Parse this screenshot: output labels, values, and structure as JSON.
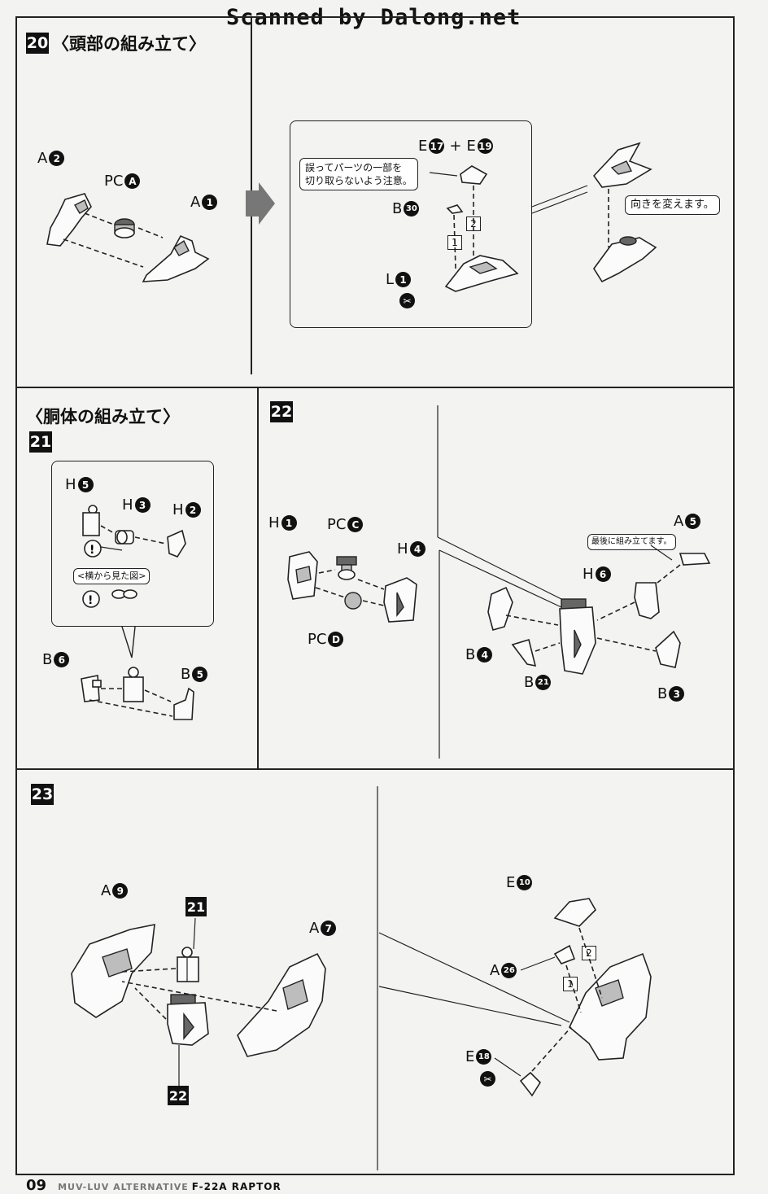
{
  "header": {
    "scan_credit": "Scanned by Dalong.net"
  },
  "step20": {
    "num": "20",
    "title": "〈頭部の組み立て〉",
    "labels": {
      "a2_letter": "A",
      "a2_num": "2",
      "pca_letter": "PC",
      "pca_circ": "A",
      "a1_letter": "A",
      "a1_num": "1"
    },
    "inset": {
      "e17_letter": "E",
      "e17_num": "17",
      "plus": "+",
      "e19_letter": "E",
      "e19_num": "19",
      "warning_line1": "誤ってパーツの一部を",
      "warning_line2": "切り取らないよう注意。",
      "b30_letter": "B",
      "b30_num": "30",
      "l1_letter": "L",
      "l1_num": "1",
      "order1": "1",
      "order2": "2"
    },
    "rotate_note": "向きを変えます。"
  },
  "torso": {
    "title": "〈胴体の組み立て〉"
  },
  "step21": {
    "num": "21",
    "inset": {
      "h5_letter": "H",
      "h5_num": "5",
      "h3_letter": "H",
      "h3_num": "3",
      "h2_letter": "H",
      "h2_num": "2",
      "side_view": "<横から見た図>"
    },
    "b6_letter": "B",
    "b6_num": "6",
    "b5_letter": "B",
    "b5_num": "5"
  },
  "step22": {
    "num": "22",
    "h1_letter": "H",
    "h1_num": "1",
    "pcc_letter": "PC",
    "pcc_circ": "C",
    "h4_letter": "H",
    "h4_num": "4",
    "pcd_letter": "PC",
    "pcd_circ": "D",
    "a5_letter": "A",
    "a5_num": "5",
    "last_note": "最後に組み立てます。",
    "h6_letter": "H",
    "h6_num": "6",
    "b4_letter": "B",
    "b4_num": "4",
    "b21_letter": "B",
    "b21_num": "21",
    "b3_letter": "B",
    "b3_num": "3"
  },
  "step23": {
    "num": "23",
    "a9_letter": "A",
    "a9_num": "9",
    "ref21": "21",
    "a7_letter": "A",
    "a7_num": "7",
    "ref22": "22",
    "e10_letter": "E",
    "e10_num": "10",
    "a26_letter": "A",
    "a26_num": "26",
    "e18_letter": "E",
    "e18_num": "18",
    "order1": "1",
    "order2": "2"
  },
  "footer": {
    "page": "09",
    "series": "MUV-LUV ALTERNATIVE",
    "model": "F-22A RAPTOR"
  }
}
